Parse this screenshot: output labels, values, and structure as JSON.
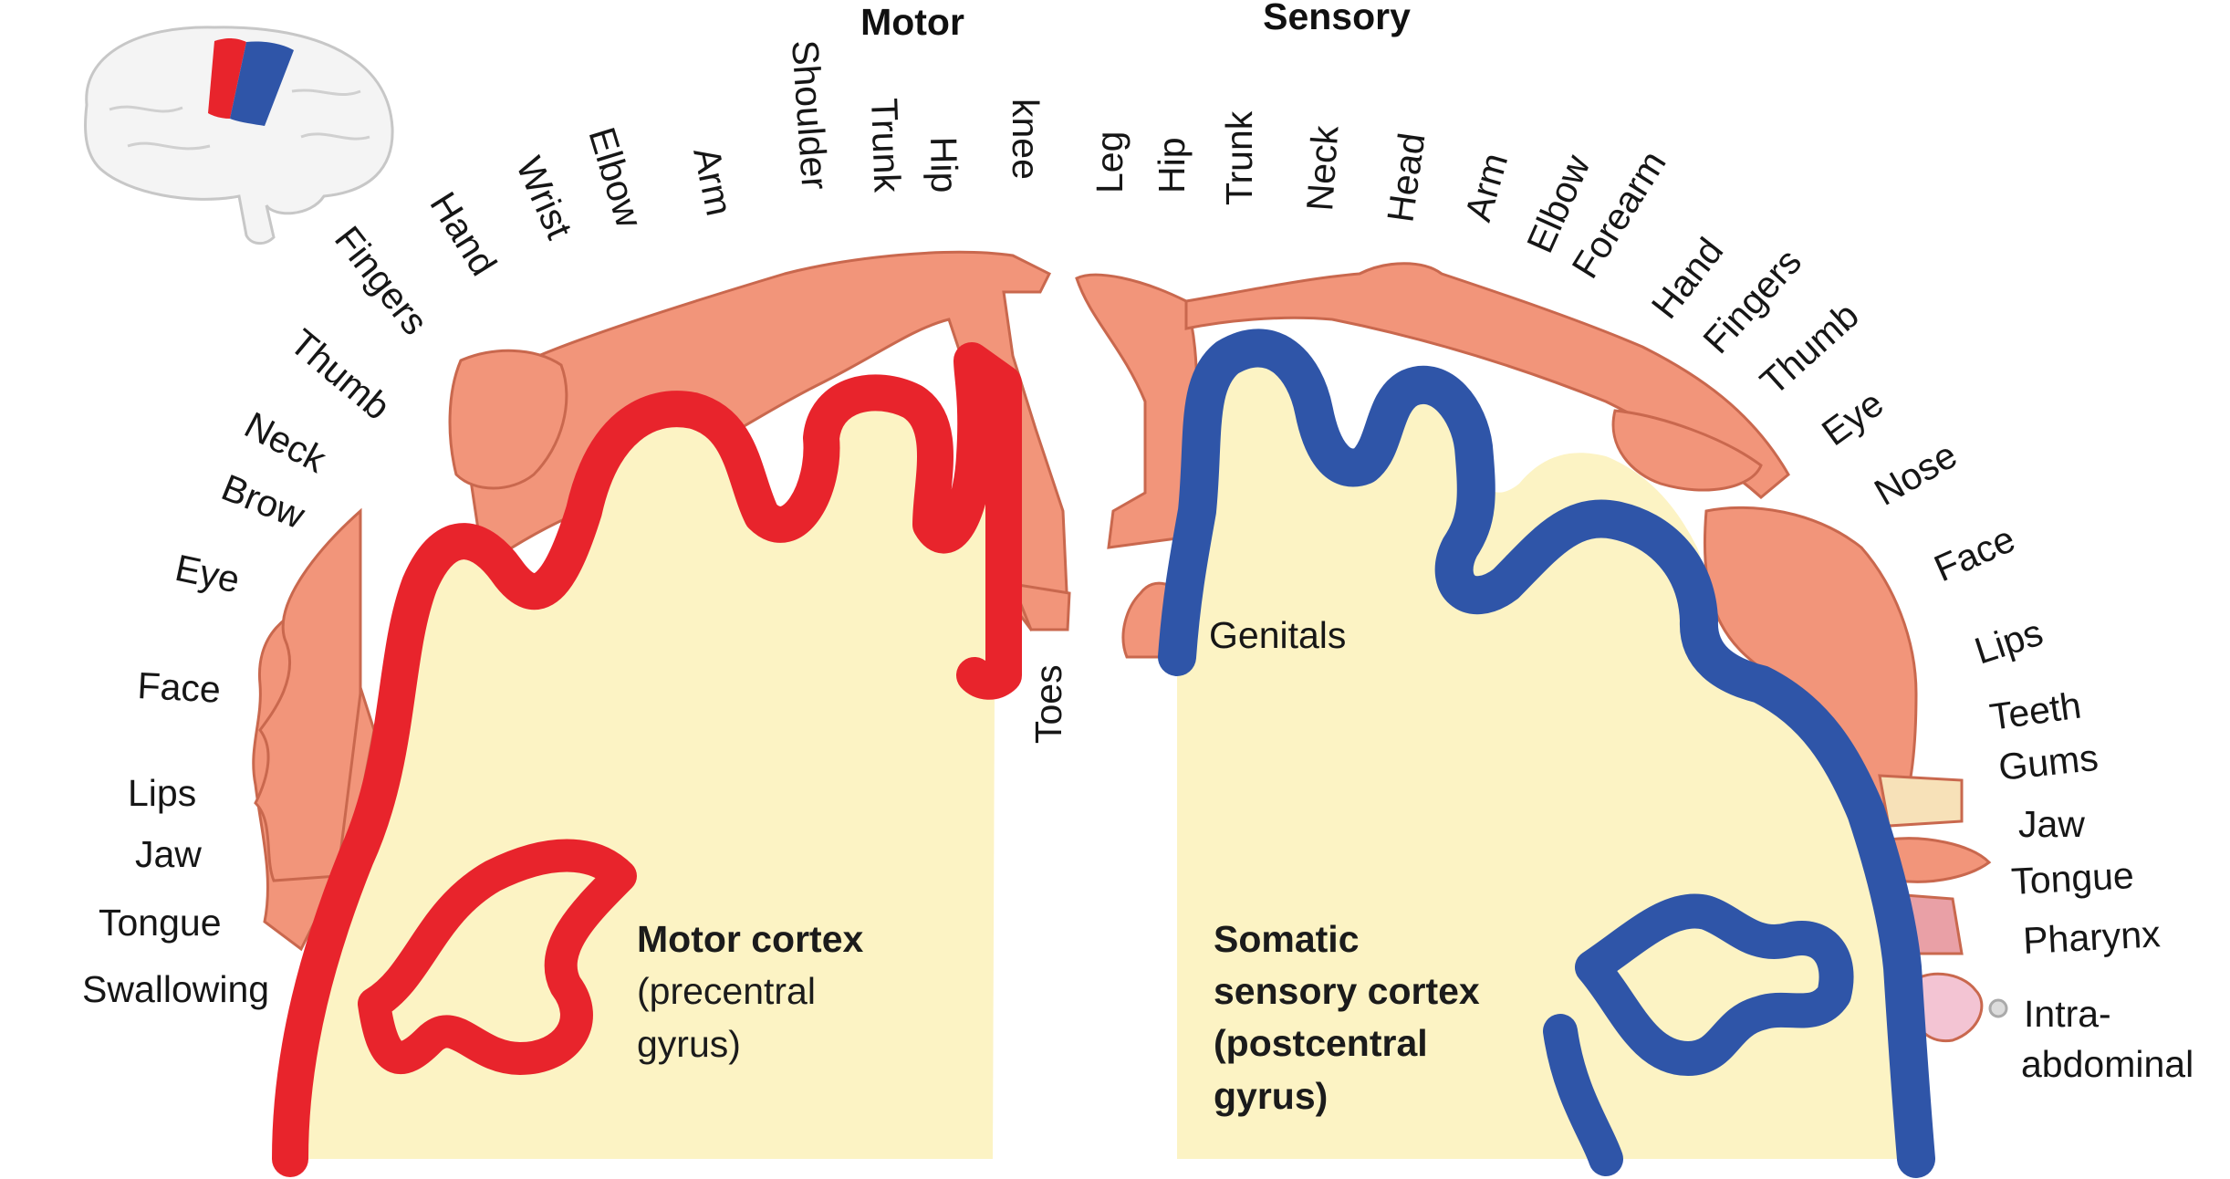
{
  "titles": {
    "motor": "Motor",
    "sensory": "Sensory"
  },
  "captions": {
    "motor": {
      "line1": "Motor cortex",
      "line2": "(precentral",
      "line3": "gyrus)"
    },
    "sensory": {
      "line1": "Somatic",
      "line2": "sensory cortex",
      "line3": "(postcentral",
      "line4": "gyrus)"
    }
  },
  "motor_labels": [
    "Swallowing",
    "Tongue",
    "Jaw",
    "Lips",
    "Face",
    "Eye",
    "Brow",
    "Neck",
    "Thumb",
    "Fingers",
    "Hand",
    "Wrist",
    "Elbow",
    "Arm",
    "Shoulder",
    "Trunk",
    "Hip",
    "knee",
    "Toes"
  ],
  "sensory_labels": [
    "Genitals",
    "Leg",
    "Hip",
    "Trunk",
    "Neck",
    "Head",
    "Arm",
    "Elbow",
    "Forearm",
    "Hand",
    "Fingers",
    "Thumb",
    "Eye",
    "Nose",
    "Face",
    "Lips",
    "Teeth",
    "Gums",
    "Jaw",
    "Tongue",
    "Pharynx",
    "Intra-",
    "abdominal"
  ],
  "colors": {
    "motor_cortex": "#e8242c",
    "sensory_cortex": "#2f55a8",
    "white_matter": "#fcf3c4",
    "homunculus": "#f2957a"
  },
  "icons": {
    "brain_inset": "brain-icon"
  }
}
